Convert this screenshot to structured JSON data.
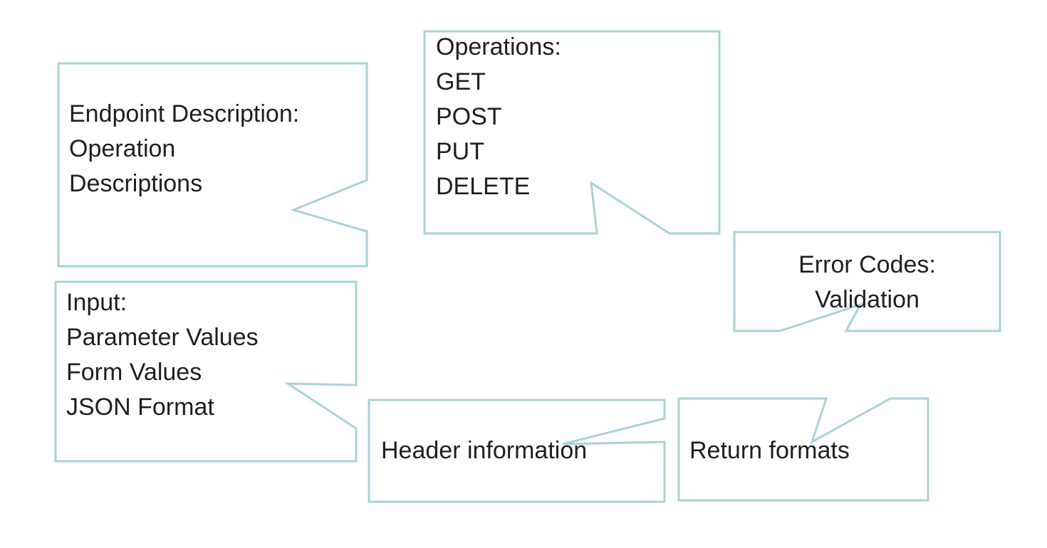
{
  "callouts": {
    "endpoint": {
      "lines": [
        "Endpoint Description:",
        "Operation",
        "Descriptions"
      ]
    },
    "operations": {
      "lines": [
        "Operations:",
        "GET",
        "POST",
        "PUT",
        "DELETE"
      ]
    },
    "error_codes": {
      "lines": [
        "Error Codes:",
        "Validation"
      ]
    },
    "input": {
      "lines": [
        "Input:",
        "Parameter Values",
        "Form Values",
        "JSON Format"
      ]
    },
    "header": {
      "lines": [
        "Header information"
      ]
    },
    "return": {
      "lines": [
        "Return formats"
      ]
    }
  }
}
